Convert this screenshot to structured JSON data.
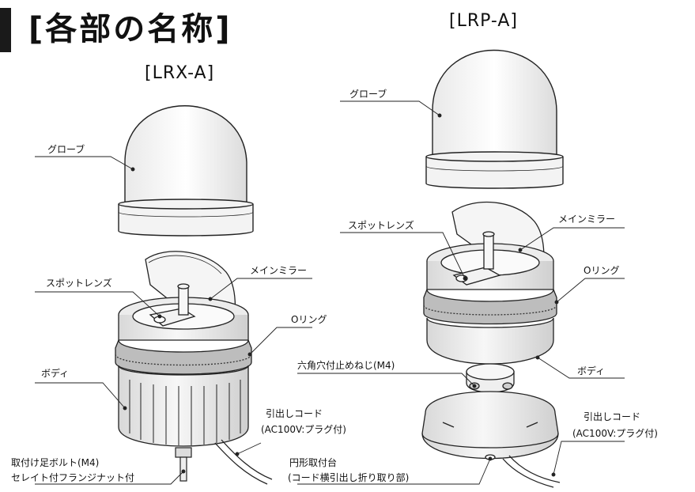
{
  "header": {
    "title": "[各部の名称]"
  },
  "left": {
    "model": "[LRX-A]",
    "labels": {
      "globe": "グローブ",
      "spot_lens": "スポットレンズ",
      "main_mirror": "メインミラー",
      "o_ring": "Oリング",
      "body": "ボディ",
      "cord_1": "引出しコード",
      "cord_2": "(AC100V:プラグ付)",
      "bolt_1": "取付け足ボルト(M4)",
      "bolt_2": "セレイト付フランジナット付"
    }
  },
  "right": {
    "model": "[LRP-A]",
    "labels": {
      "globe": "グローブ",
      "spot_lens": "スポットレンズ",
      "main_mirror": "メインミラー",
      "o_ring": "Oリング",
      "screw": "六角穴付止めねじ(M4)",
      "body": "ボディ",
      "cord_1": "引出しコード",
      "cord_2": "(AC100V:プラグ付)",
      "base_1": "円形取付台",
      "base_2": "(コード横引出し折り取り部)"
    }
  }
}
